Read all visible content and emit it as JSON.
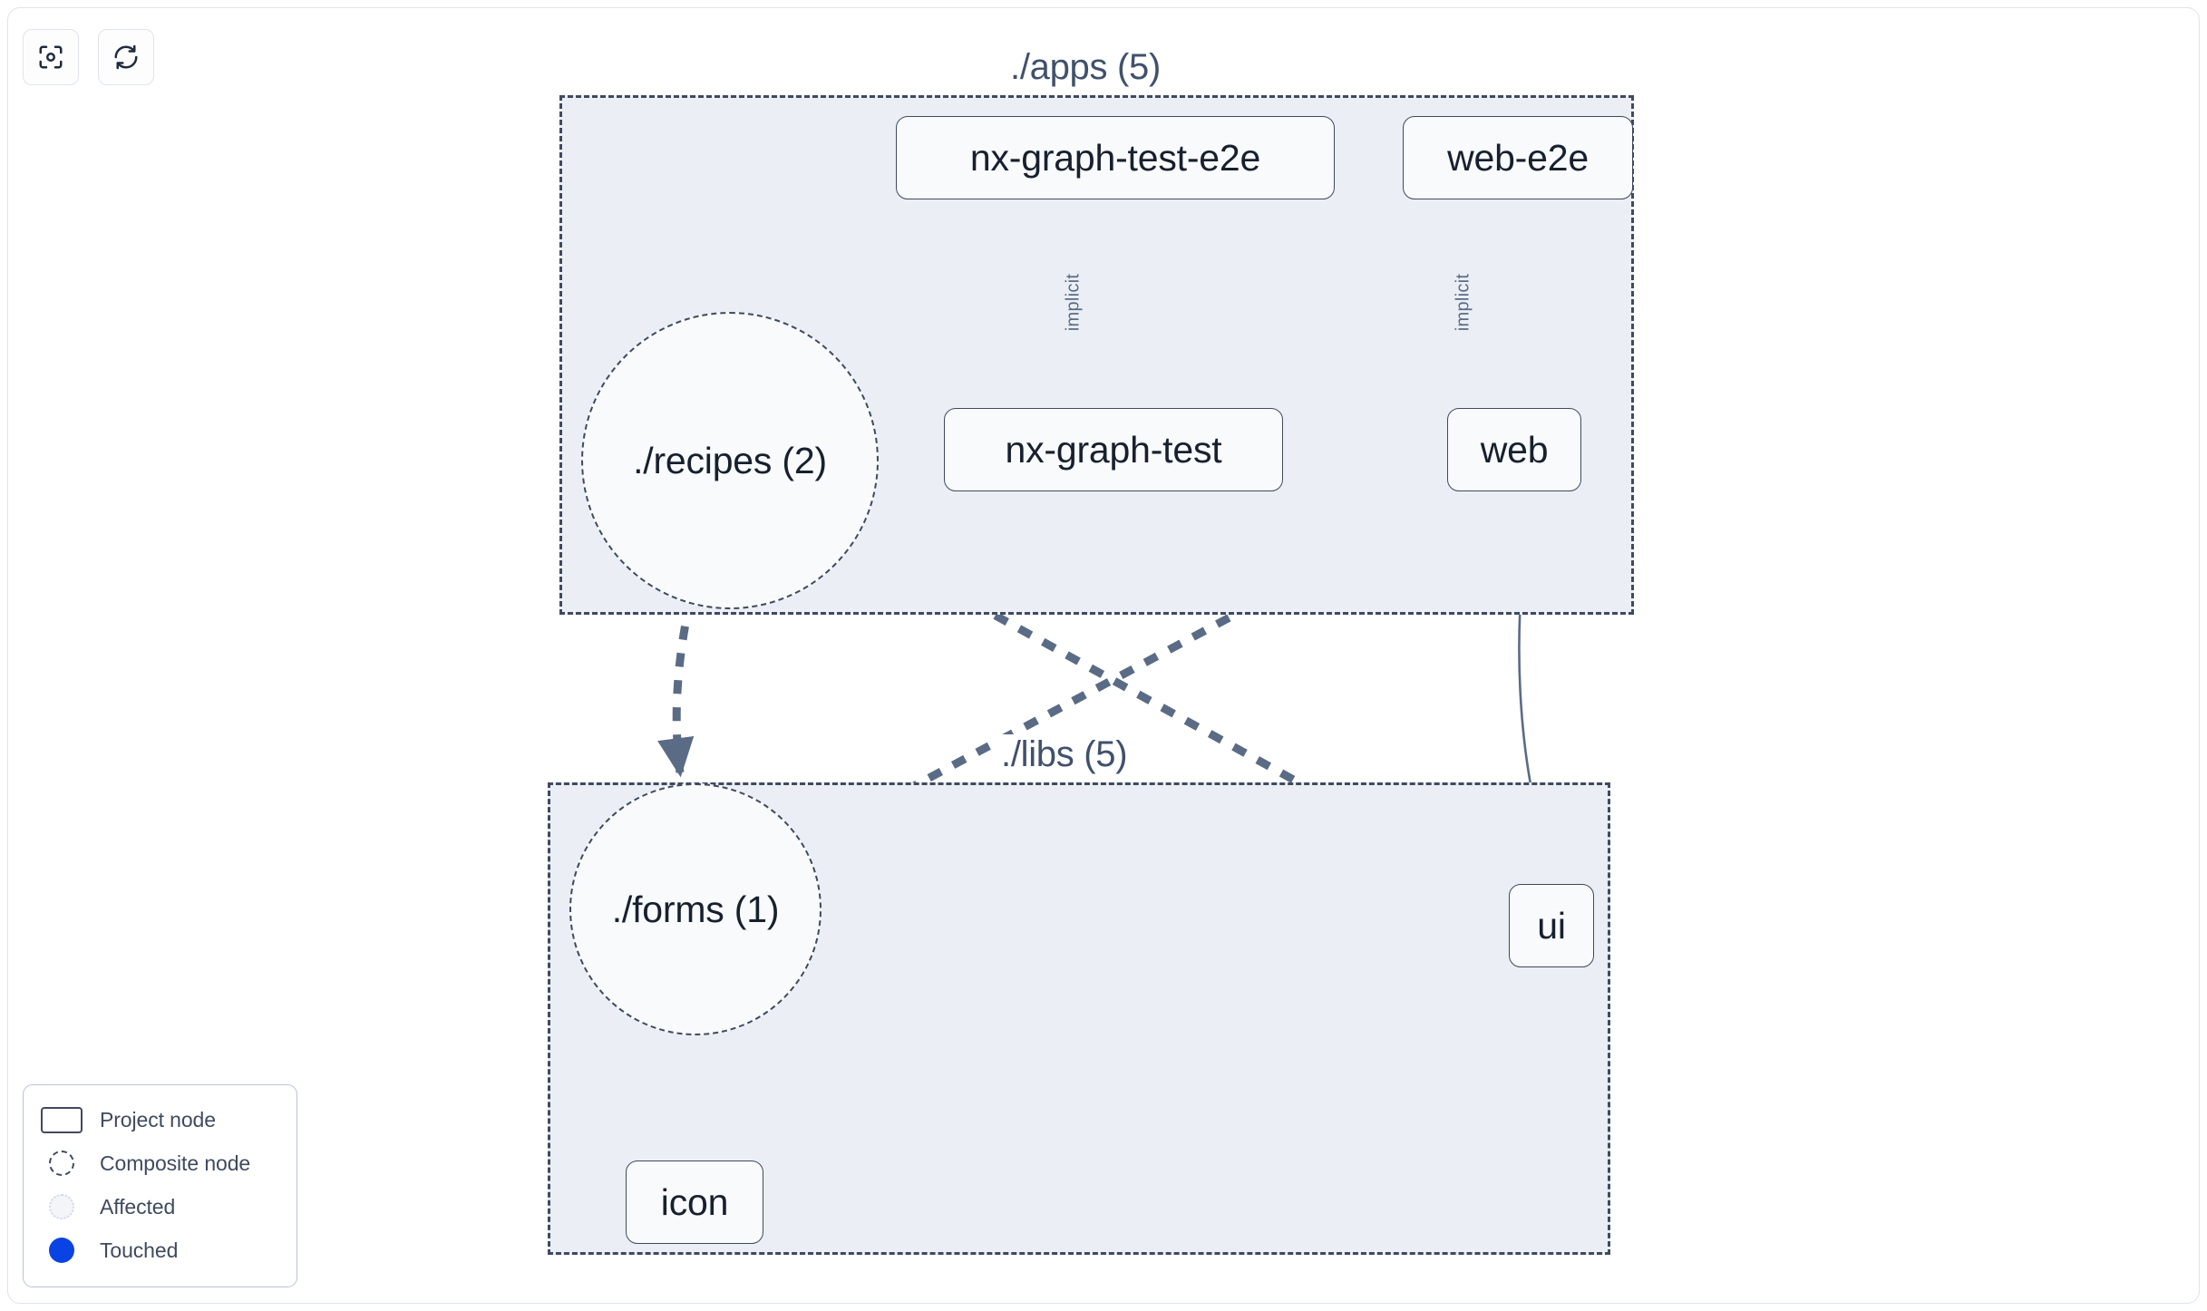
{
  "app": {
    "title": "Nx Project Graph",
    "canvas_background": "#ffffff",
    "accent_dark": "#3f4a5f",
    "edge_color": "#5a6b85",
    "group_fill": "#ebeff5",
    "node_fill": "#f9fafb",
    "touched_color": "#0a43e4"
  },
  "toolbar": {
    "buttons": [
      {
        "name": "focus-graph-button",
        "icon": "focus-target-icon",
        "label": ""
      },
      {
        "name": "refresh-graph-button",
        "icon": "refresh-icon",
        "label": ""
      }
    ]
  },
  "groups": [
    {
      "id": "apps",
      "label": "./apps (5)"
    },
    {
      "id": "libs",
      "label": "./libs (5)"
    }
  ],
  "nodes": [
    {
      "id": "nx-graph-test-e2e",
      "label": "nx-graph-test-e2e",
      "type": "project",
      "group": "apps"
    },
    {
      "id": "web-e2e",
      "label": "web-e2e",
      "type": "project",
      "group": "apps"
    },
    {
      "id": "recipes",
      "label": "./recipes (2)",
      "type": "composite",
      "group": "apps"
    },
    {
      "id": "nx-graph-test",
      "label": "nx-graph-test",
      "type": "project",
      "group": "apps"
    },
    {
      "id": "web",
      "label": "web",
      "type": "project",
      "group": "apps"
    },
    {
      "id": "forms",
      "label": "./forms (1)",
      "type": "composite",
      "group": "libs"
    },
    {
      "id": "ui",
      "label": "ui",
      "type": "project",
      "group": "libs"
    },
    {
      "id": "icon",
      "label": "icon",
      "type": "project",
      "group": "libs"
    }
  ],
  "edges": [
    {
      "from": "nx-graph-test-e2e",
      "to": "nx-graph-test",
      "label": "implicit",
      "style": "solid"
    },
    {
      "from": "web-e2e",
      "to": "web",
      "label": "implicit",
      "style": "solid"
    },
    {
      "from": "web",
      "to": "ui",
      "label": "",
      "style": "solid"
    },
    {
      "from": "recipes",
      "to": "forms",
      "label": "",
      "style": "dashed"
    },
    {
      "from": "recipes",
      "to": "ui",
      "label": "",
      "style": "dashed"
    },
    {
      "from": "web",
      "to": "forms",
      "label": "",
      "style": "dashed"
    },
    {
      "from": "forms",
      "to": "icon",
      "label": "",
      "style": "dashed"
    }
  ],
  "legend": {
    "items": [
      {
        "swatch": "project-node-swatch",
        "label": "Project node"
      },
      {
        "swatch": "composite-node-swatch",
        "label": "Composite node"
      },
      {
        "swatch": "affected-swatch",
        "label": "Affected"
      },
      {
        "swatch": "touched-swatch",
        "label": "Touched"
      }
    ]
  }
}
